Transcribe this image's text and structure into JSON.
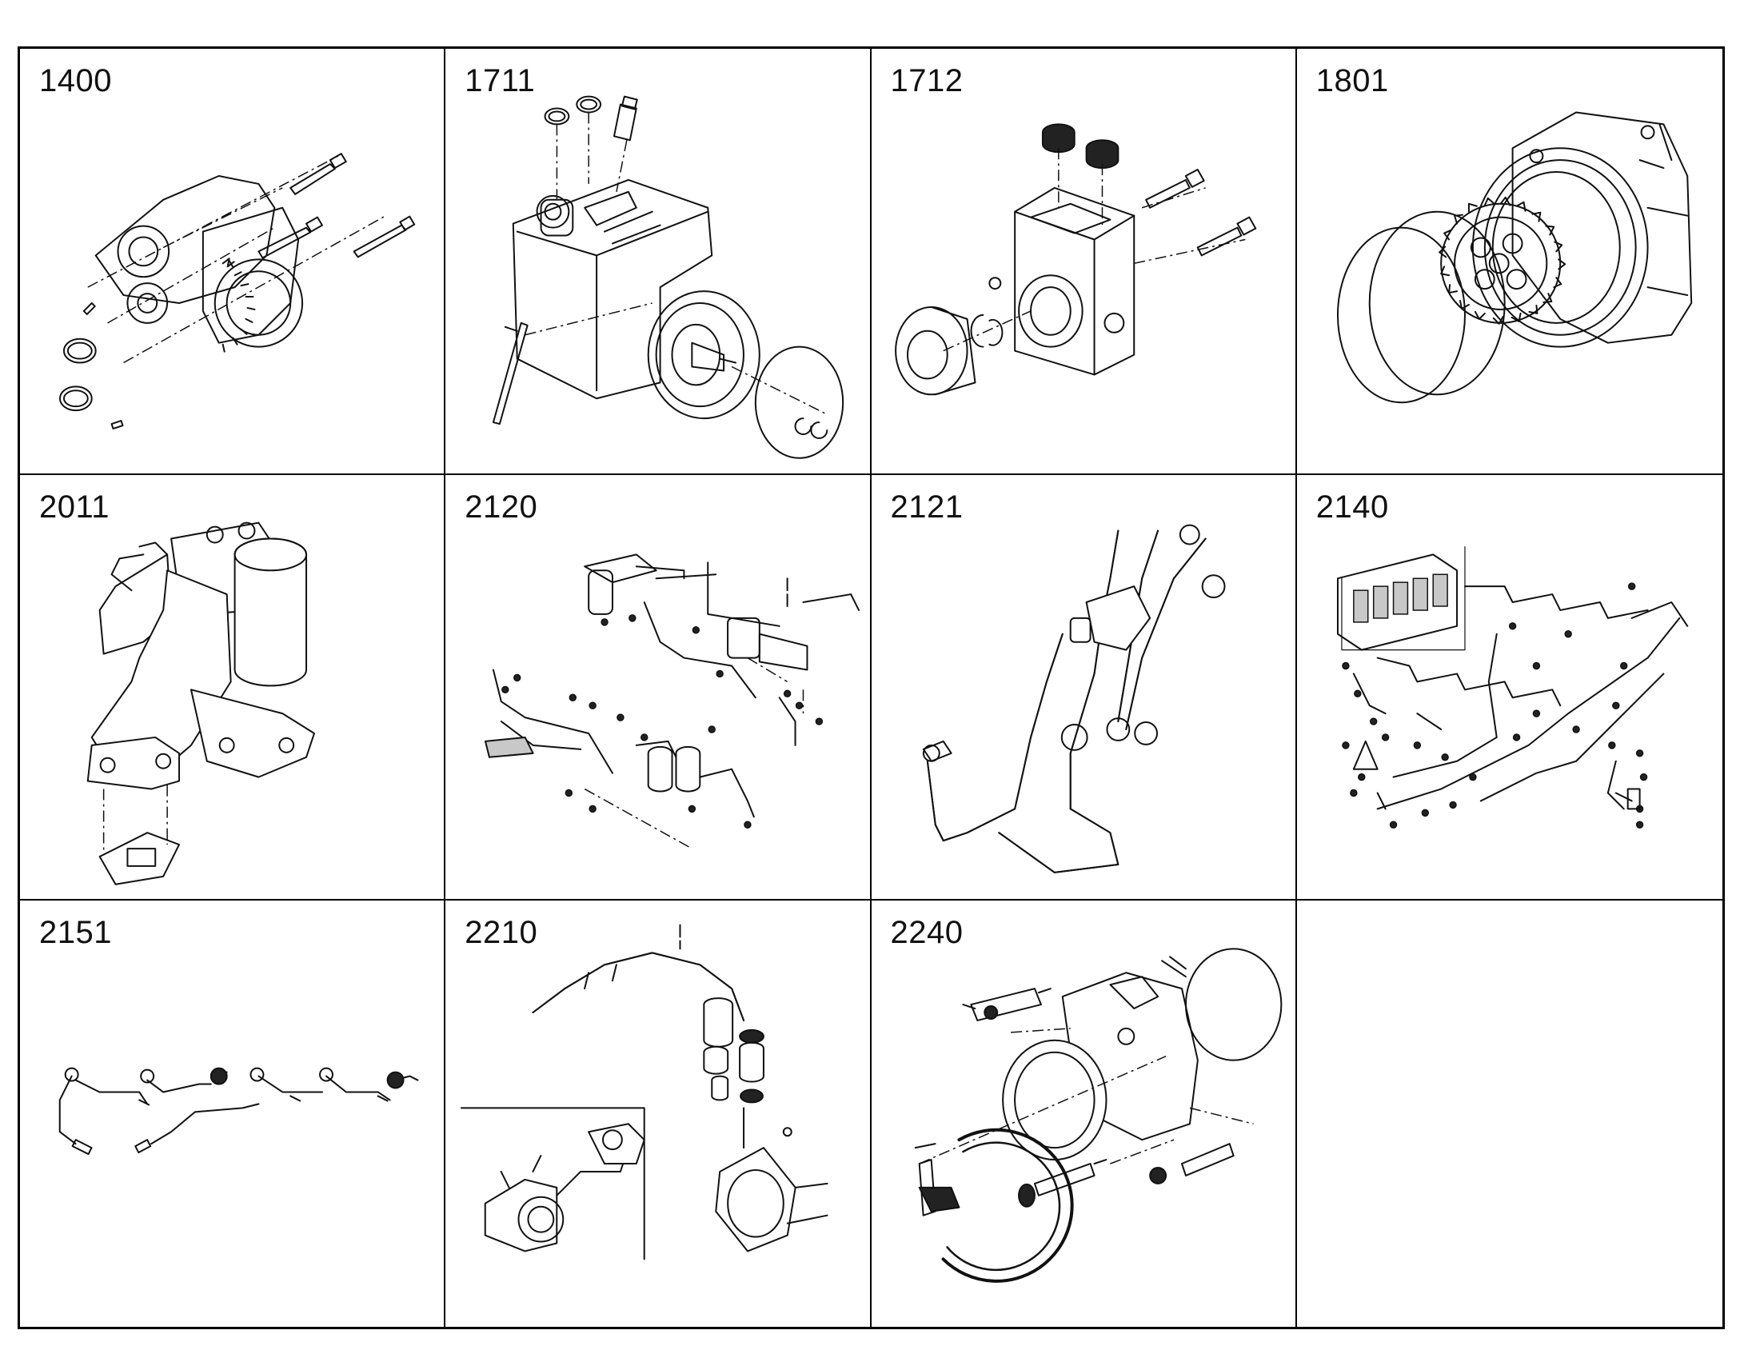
{
  "cells": [
    {
      "code": "1400"
    },
    {
      "code": "1711"
    },
    {
      "code": "1712"
    },
    {
      "code": "1801"
    },
    {
      "code": "2011"
    },
    {
      "code": "2120"
    },
    {
      "code": "2121"
    },
    {
      "code": "2140"
    },
    {
      "code": "2151"
    },
    {
      "code": "2210"
    },
    {
      "code": "2240"
    },
    {
      "code": ""
    }
  ],
  "icons": [
    "oil-pump-drawing",
    "high-pressure-pump-drawing",
    "pump-cover-drawing",
    "gear-housing-drawing",
    "fuel-filter-bracket-drawing",
    "fuel-lines-drawing",
    "fuel-hoses-drawing",
    "injection-lines-drawing",
    "injector-lines-drawing",
    "intake-pipes-drawing",
    "intake-connector-drawing"
  ]
}
